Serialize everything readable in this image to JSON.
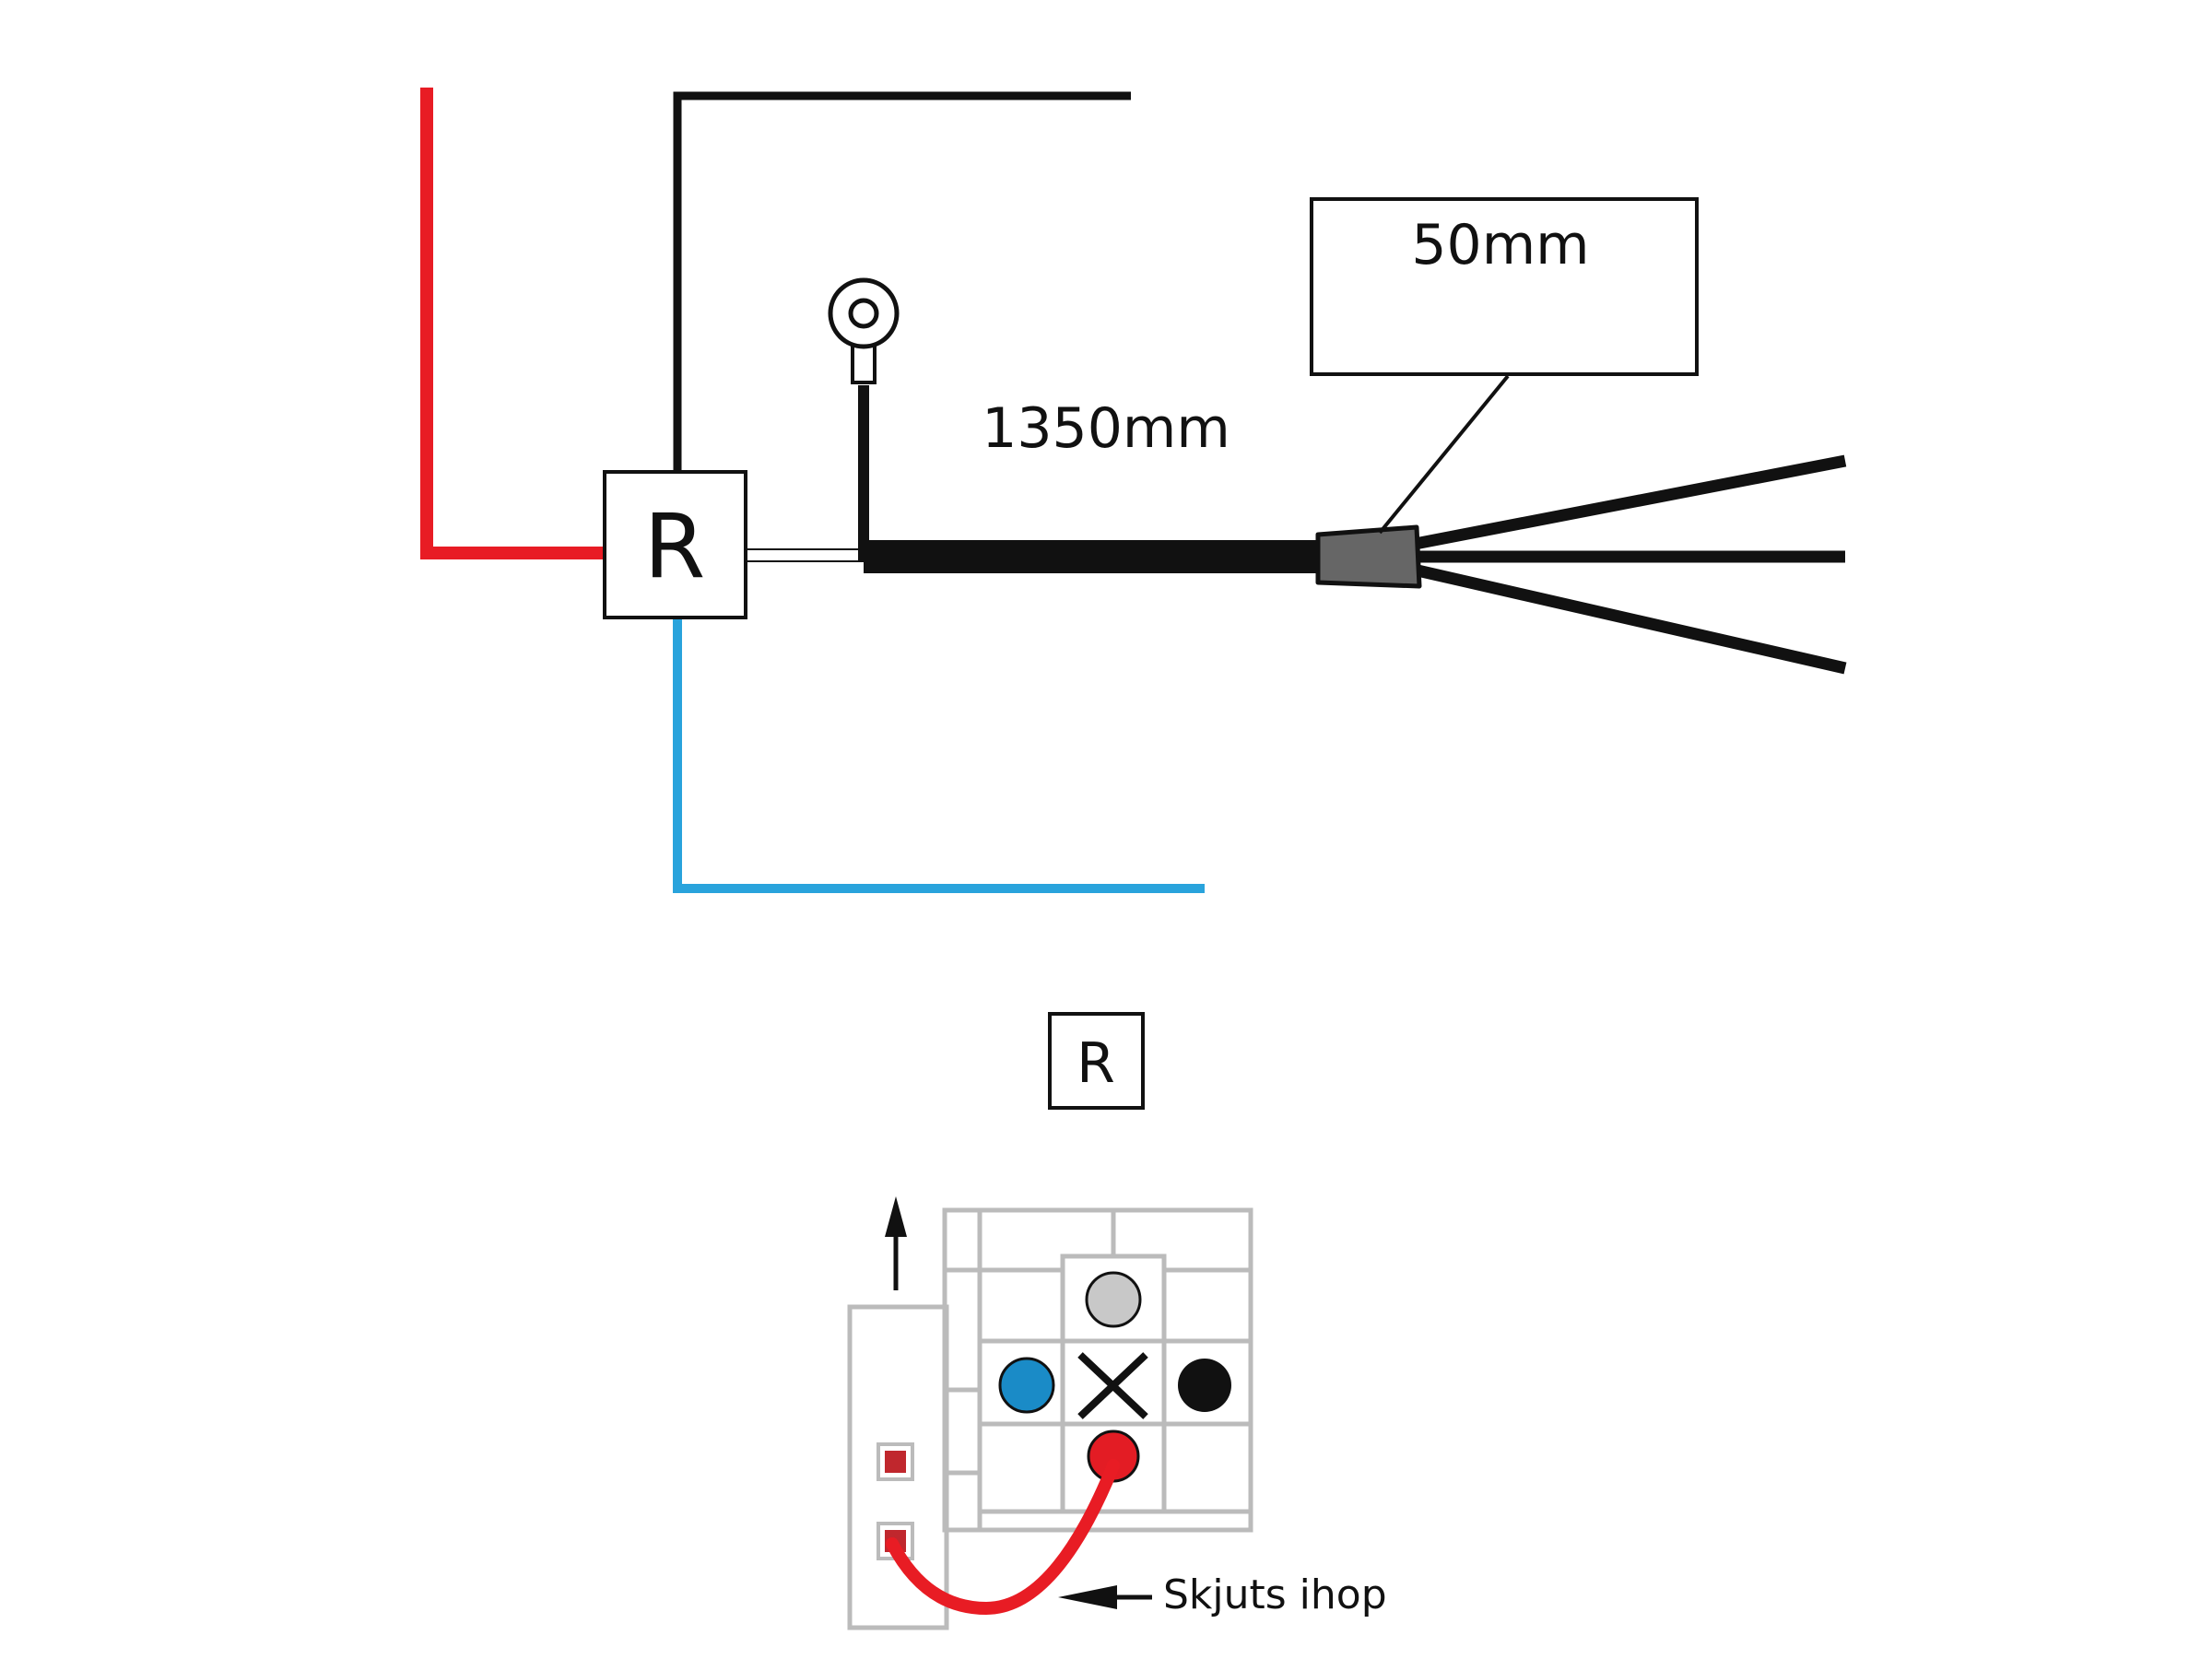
{
  "diagram": {
    "relay_label": "R",
    "length_label": "1350mm",
    "boot_length_label": "50mm",
    "detail_relay_label": "R",
    "push_together_label": "Skjuts ihop"
  },
  "colors": {
    "red_wire": "#e81c24",
    "blue_wire": "#29a3dc",
    "black_wire": "#111111",
    "connector_grey": "#bbbbbb",
    "pin_grey": "#c8c8c8",
    "pin_blue": "#1a8bc7",
    "pin_red": "#e31c24",
    "boot_grey": "#666666"
  },
  "icons": {
    "ring_terminal": "ring-terminal-icon",
    "direction_arrow": "arrow-up-icon",
    "pointer_arrow": "arrow-left-icon",
    "unused_pin": "x-mark-icon"
  }
}
